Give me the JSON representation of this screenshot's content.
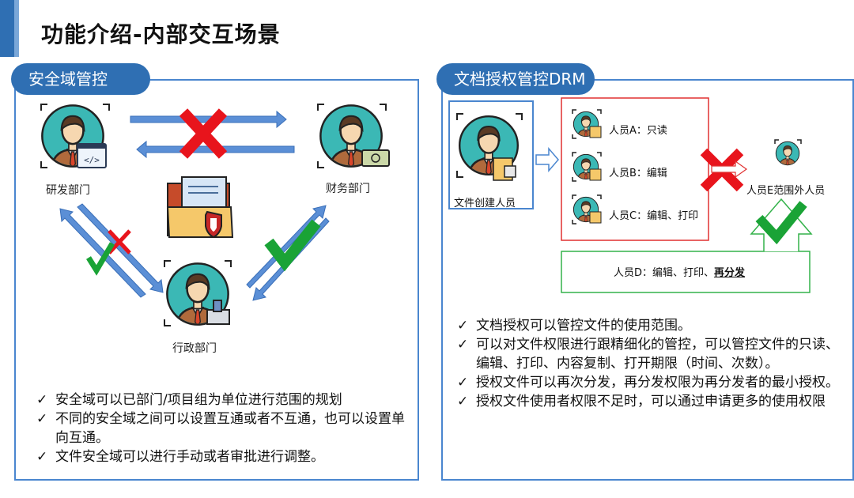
{
  "page_title": "功能介绍-内部交互场景",
  "left": {
    "title": "安全域管控",
    "departments": {
      "rd": "研发部门",
      "finance": "财务部门",
      "admin": "行政部门"
    },
    "bullets": [
      "安全域可以已部门/项目组为单位进行范围的规划",
      "不同的安全域之间可以设置互通或者不互通，也可以设置单向互通。",
      "文件安全域可以进行手动或者审批进行调整。"
    ]
  },
  "right": {
    "title": "文档授权管控DRM",
    "creator": "文件创建人员",
    "person_a": "人员A：只读",
    "person_b": "人员B：编辑",
    "person_c": "人员C：编辑、打印",
    "person_d_prefix": "人员D：编辑、打印、",
    "person_d_bold": "再分发",
    "person_e": "人员E范围外人员",
    "bullets": [
      "文档授权可以管控文件的使用范围。",
      "可以对文件权限进行跟精细化的管控，可以管控文件的只读、编辑、打印、内容复制、打开期限（时间、次数）。",
      "授权文件可以再次分发，再分发权限为再分发者的最小授权。",
      "授权文件使用者权限不足时，可以通过申请更多的使用权限"
    ]
  },
  "check_glyph": "✓",
  "colors": {
    "accent": "#2f6fb3",
    "panel_border": "#4a86cf",
    "deny": "#e8141c",
    "allow": "#1aa336",
    "avatar_bg": "#3bb8b5"
  }
}
